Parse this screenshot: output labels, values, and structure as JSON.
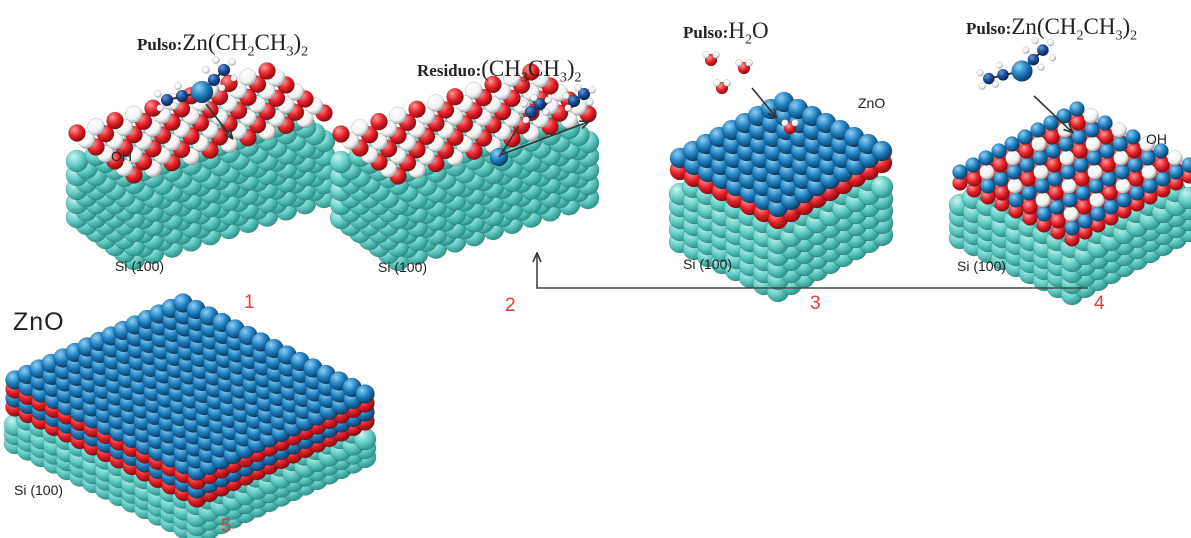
{
  "colors": {
    "substrate": "#66cfc6",
    "oxygen": "#e8222a",
    "hydrogen": "#ffffff",
    "zinc": "#1f7fc0",
    "carbon": "#1a4c96",
    "step_number": "#e23b3b"
  },
  "panels": [
    {
      "step": "1",
      "pulse_word": "Pulso:",
      "formula": "Zn(CH2CH3)2",
      "surface_label": "OH",
      "substrate_label": "Si (100)"
    },
    {
      "step": "2",
      "pulse_word": "Residuo:",
      "formula": "(CH3CH3)2",
      "substrate_label": "Si (100)"
    },
    {
      "step": "3",
      "pulse_word": "Pulso:",
      "formula": "H2O",
      "surface_label": "ZnO",
      "substrate_label": "Si (100)"
    },
    {
      "step": "4",
      "pulse_word": "Pulso:",
      "formula": "Zn(CH2CH3)2",
      "surface_label": "OH",
      "substrate_label": "Si (100)"
    },
    {
      "step": "5",
      "title": "ZnO",
      "substrate_label": "Si (100)"
    }
  ]
}
